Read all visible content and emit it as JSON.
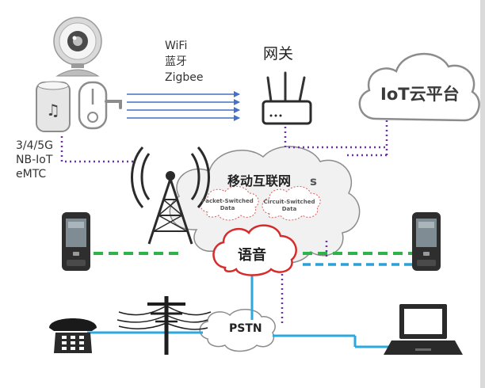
{
  "gateway": {
    "title": "网关"
  },
  "iot_cloud": {
    "title": "IoT云平台"
  },
  "short_range": {
    "protocols": [
      "WiFi",
      "蓝牙",
      "Zigbee"
    ]
  },
  "cellular": {
    "standards": [
      "3/4/5G",
      "NB-IoT",
      "eMTC"
    ]
  },
  "mobile_network": {
    "title": "移动互联网",
    "suffix": "s",
    "packet_switched": "Packet-Switched Data",
    "circuit_switched": "Circuit-Switched Data"
  },
  "voice": {
    "title": "语音"
  },
  "pstn": {
    "title": "PSTN"
  },
  "colors": {
    "wireless_arrows": "#4472c4",
    "iot_dotted": "#7030a0",
    "green_dashed": "#2db34a",
    "blue_dashed": "#2aa0d8",
    "voice_border": "#d62c2c",
    "wire": "#29a9e0",
    "cloud_outline": "#8c8c8c",
    "cloud_fill": "#f1f1f1"
  },
  "icons": [
    "webcam-icon",
    "smart-speaker-icon",
    "smart-lock-icon",
    "router-icon",
    "cell-tower-icon",
    "mobile-phone-icon",
    "desk-phone-icon",
    "utility-pole-icon",
    "laptop-icon",
    "cloud-icon"
  ]
}
